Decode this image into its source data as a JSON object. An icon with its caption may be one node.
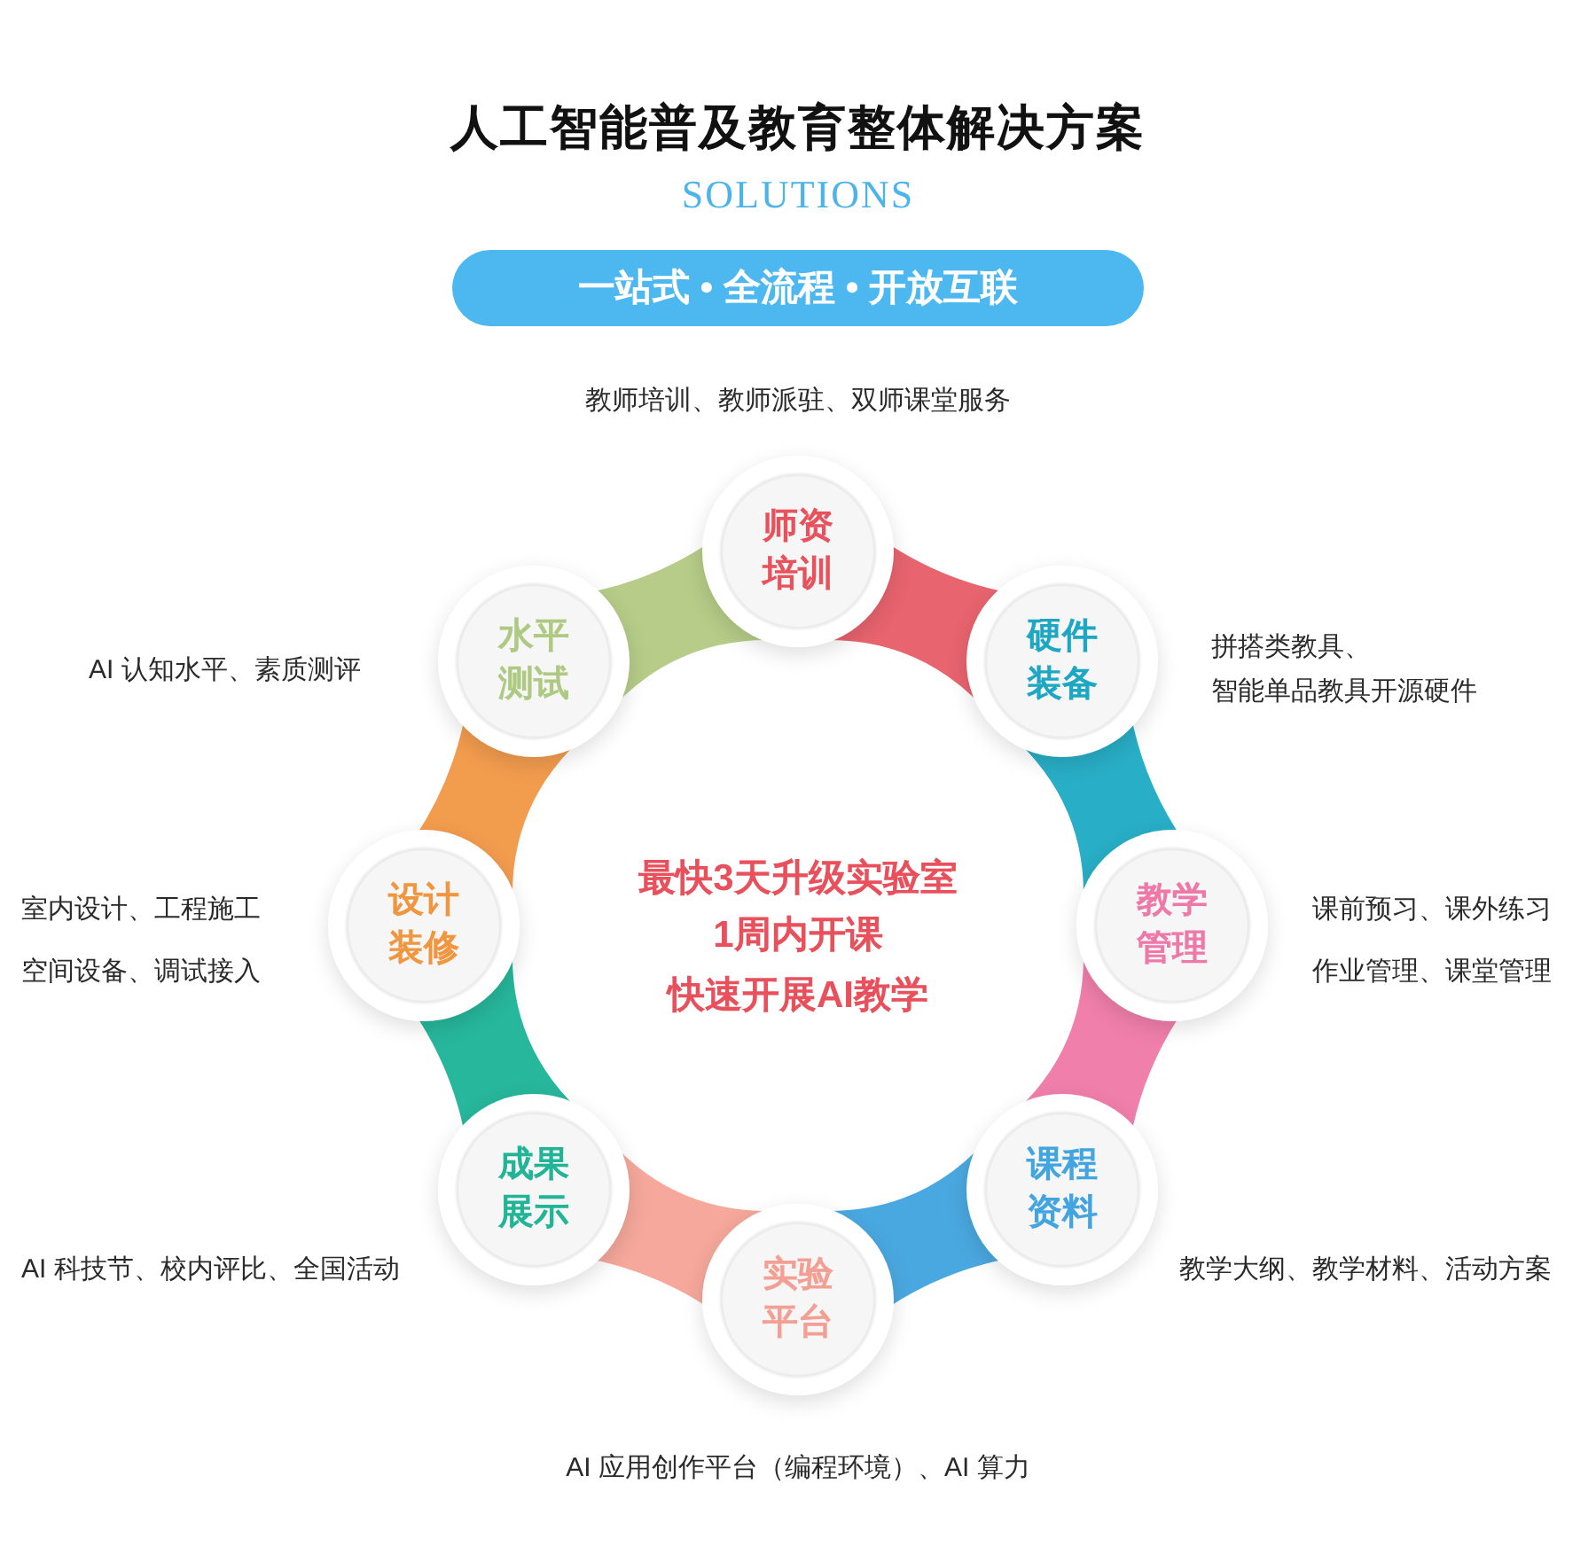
{
  "diagram": {
    "title": "人工智能普及教育整体解决方案",
    "nodes": [
      {
        "text": [
          "一站式 • 全流程 • 开放互联"
        ]
      },
      {
        "text": [
          "师资培训"
        ],
        "beside": [
          "教师培训、教师派驻、双师课堂服务"
        ]
      },
      {
        "text": [
          "硬件装备"
        ],
        "beside": [
          "拼搭类教具、",
          "智能单品教具开源硬件"
        ]
      },
      {
        "text": [
          "教学管理"
        ],
        "beside": [
          "课前预习、课外练习",
          "作业管理、课堂管理"
        ]
      },
      {
        "text": [
          "课程资料"
        ],
        "beside": [
          "教学大纲、教学材料、活动方案"
        ]
      },
      {
        "text": [
          "实验平台"
        ],
        "beside": [
          "AI 应用创作平台（编程环境）、AI 算力"
        ]
      },
      {
        "text": [
          "成果展示"
        ],
        "beside": [
          "AI 科技节、校内评比、全国活动"
        ]
      },
      {
        "text": [
          "设计装修"
        ],
        "beside": [
          "室内设计、工程施工",
          "空间设备、调试接入"
        ]
      },
      {
        "text": [
          "水平测试"
        ],
        "beside": [
          "AI 认知水平、素质测评"
        ]
      }
    ],
    "labels": [
      "SOLUTIONS",
      "最快3天升级实验室",
      "1周内开课",
      "快速开展AI教学"
    ]
  }
}
